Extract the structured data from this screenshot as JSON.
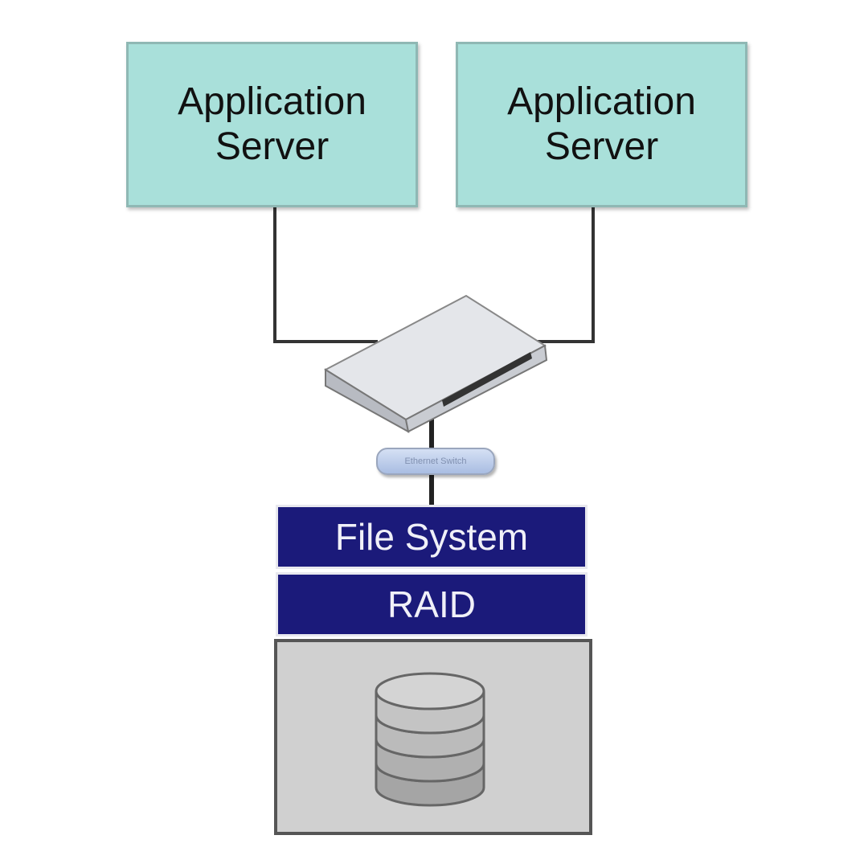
{
  "servers": [
    {
      "line1": "Application",
      "line2": "Server"
    },
    {
      "line1": "Application",
      "line2": "Server"
    }
  ],
  "switch": {
    "label": "Ethernet Switch"
  },
  "storage_stack": {
    "file_system": "File System",
    "raid": "RAID"
  },
  "colors": {
    "server_fill": "#a9e0da",
    "stack_fill": "#1b1a7a",
    "disk_panel": "#d0d0d0"
  }
}
